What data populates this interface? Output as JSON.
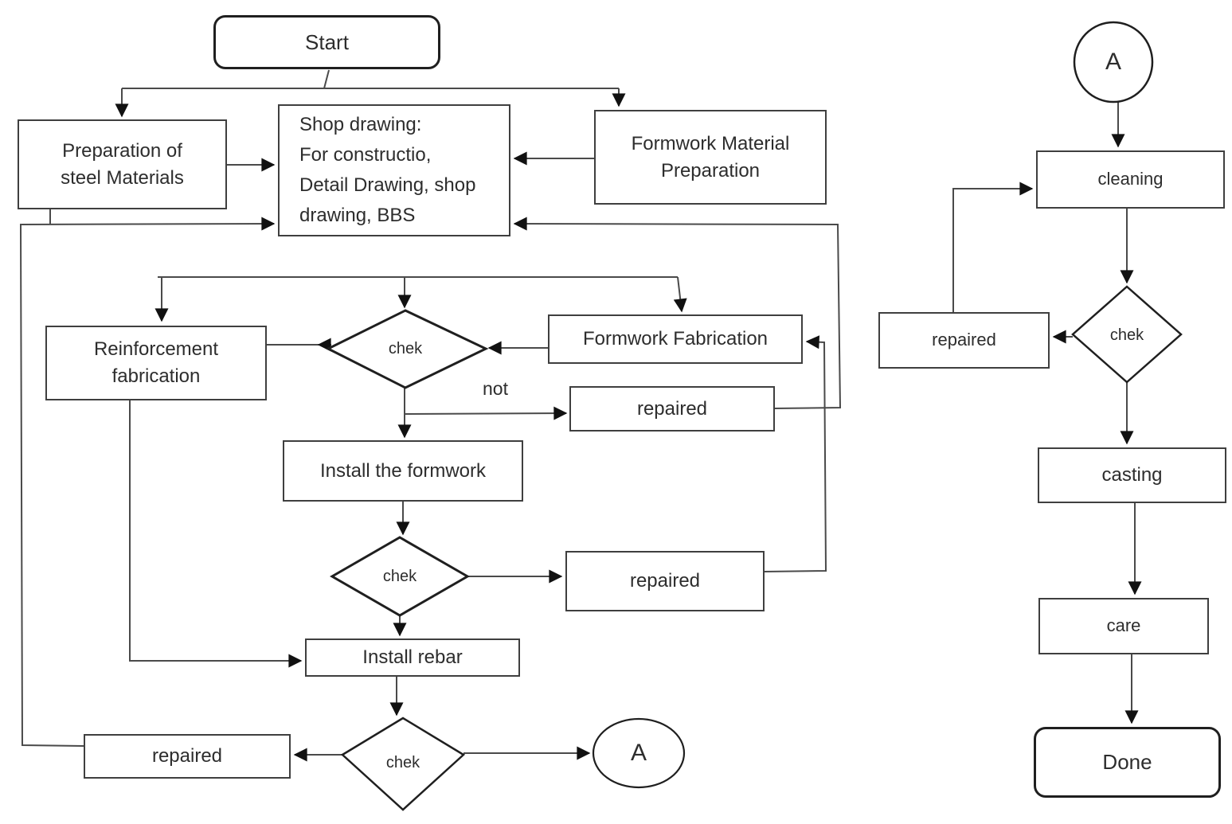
{
  "diagram": {
    "background": "#ffffff",
    "shape_stroke": "#3f3f3f",
    "bold_stroke": "#1f1f1f",
    "connector_stroke": "#4a4a4a",
    "arrowhead_fill": "#111111",
    "text_color": "#2d2d2d"
  },
  "nodes": {
    "start": {
      "label": "Start",
      "type": "terminator"
    },
    "prep_steel": {
      "label": "Preparation of\nsteel Materials",
      "type": "process"
    },
    "shop_drawing": {
      "label": "Shop drawing:\nFor constructio,\nDetail Drawing, shop\ndrawing, BBS",
      "type": "process"
    },
    "formwork_material": {
      "label": "Formwork Material\nPreparation",
      "type": "process"
    },
    "reinforcement": {
      "label": "Reinforcement\nfabrication",
      "type": "process"
    },
    "formwork_fabrication": {
      "label": "Formwork Fabrication",
      "type": "process"
    },
    "check1": {
      "label": "chek",
      "type": "decision"
    },
    "repaired1": {
      "label": "repaired",
      "type": "process"
    },
    "install_formwork": {
      "label": "Install the formwork",
      "type": "process"
    },
    "check2": {
      "label": "chek",
      "type": "decision"
    },
    "repaired2": {
      "label": "repaired",
      "type": "process"
    },
    "install_rebar": {
      "label": "Install rebar",
      "type": "process"
    },
    "check3": {
      "label": "chek",
      "type": "decision"
    },
    "repaired3": {
      "label": "repaired",
      "type": "process"
    },
    "connector_a_left": {
      "label": "A",
      "type": "connector"
    },
    "connector_a_right": {
      "label": "A",
      "type": "connector"
    },
    "cleaning": {
      "label": "cleaning",
      "type": "process"
    },
    "check4": {
      "label": "chek",
      "type": "decision"
    },
    "repaired4": {
      "label": "repaired",
      "type": "process"
    },
    "casting": {
      "label": "casting",
      "type": "process"
    },
    "care": {
      "label": "care",
      "type": "process"
    },
    "done": {
      "label": "Done",
      "type": "terminator"
    }
  },
  "edge_labels": {
    "not": "not"
  }
}
